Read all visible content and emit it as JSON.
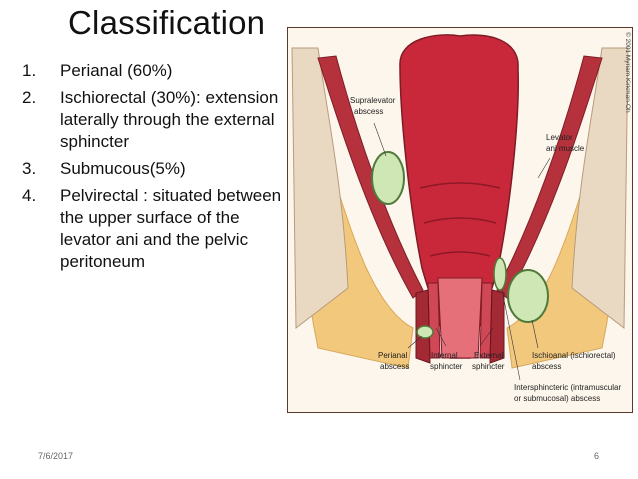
{
  "slide": {
    "title": "Classification",
    "items": [
      {
        "number": "1.",
        "text": "Perianal (60%)"
      },
      {
        "number": "2.",
        "text": "Ischiorectal (30%): extension laterally through the external sphincter"
      },
      {
        "number": "3.",
        "text": "Submucous(5%)"
      },
      {
        "number": "4.",
        "text": "Pelvirectal : situated between the upper surface of the levator ani and the pelvic peritoneum"
      }
    ],
    "footer": {
      "date": "7/6/2017",
      "page": "6"
    }
  },
  "figure": {
    "labels": {
      "supralevator_1": "Supralevator",
      "supralevator_2": "abscess",
      "levator_1": "Levator",
      "levator_2": "ani muscle",
      "perianal_1": "Perianal",
      "perianal_2": "abscess",
      "internal_1": "Internal",
      "internal_2": "sphincter",
      "external_1": "External",
      "external_2": "sphincter",
      "ischioanal_1": "Ischioanal (ischiorectal)",
      "ischioanal_2": "abscess",
      "intersphincteric_1": "Intersphincteric (intramuscular",
      "intersphincteric_2": "or submucosal) abscess",
      "copyright": "© 2001 Myriam Kirkman-Oh"
    },
    "colors": {
      "rectum": "#c8283a",
      "muscle": "#b5323c",
      "fat": "#f1c87c",
      "abscess": "#cfe6b5",
      "bone": "#e9d8c2",
      "frame": "#5b3a2e"
    }
  }
}
